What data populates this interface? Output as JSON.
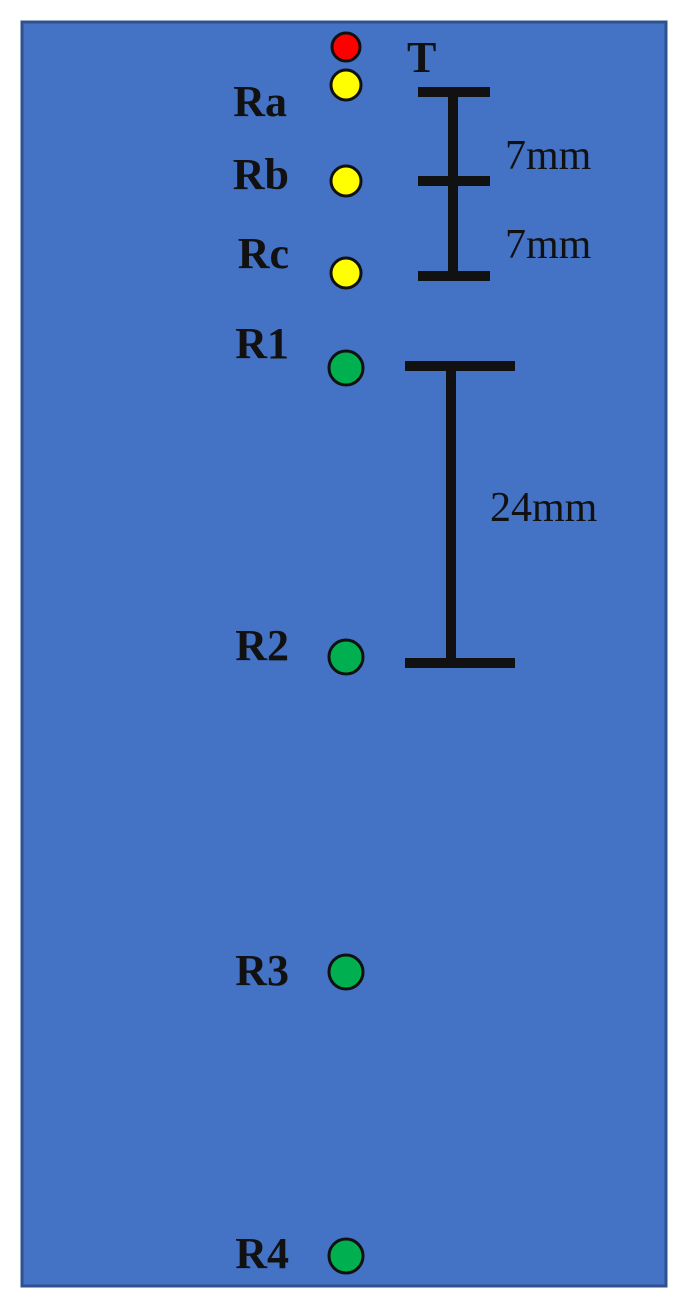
{
  "colors": {
    "panel": "#4472C4",
    "panel_border": "#2F528F",
    "transmitter": "#FF0000",
    "receiver_close": "#FFFF00",
    "receiver_far": "#00B050",
    "outline": "#111111"
  },
  "sensors": [
    {
      "id": "T",
      "label": "T",
      "kind": "transmitter"
    },
    {
      "id": "Ra",
      "label": "Ra",
      "kind": "receiver_close"
    },
    {
      "id": "Rb",
      "label": "Rb",
      "kind": "receiver_close"
    },
    {
      "id": "Rc",
      "label": "Rc",
      "kind": "receiver_close"
    },
    {
      "id": "R1",
      "label": "R1",
      "kind": "receiver_far"
    },
    {
      "id": "R2",
      "label": "R2",
      "kind": "receiver_far"
    },
    {
      "id": "R3",
      "label": "R3",
      "kind": "receiver_far"
    },
    {
      "id": "R4",
      "label": "R4",
      "kind": "receiver_far"
    }
  ],
  "dimensions": [
    {
      "id": "ra-rb",
      "label": "7mm"
    },
    {
      "id": "rb-rc",
      "label": "7mm"
    },
    {
      "id": "r1-r2",
      "label": "24mm"
    }
  ]
}
